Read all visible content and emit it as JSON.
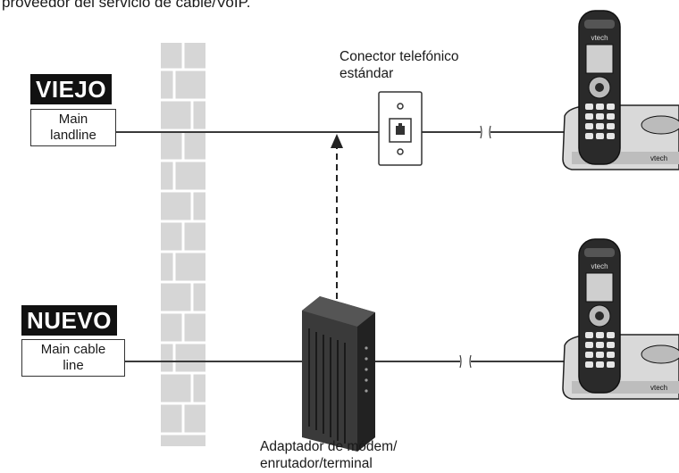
{
  "header_text": "proveedor del servicio de cable/VoIP.",
  "old": {
    "badge": "VIEJO",
    "label_line1": "Main",
    "label_line2": "landline"
  },
  "new": {
    "badge": "NUEVO",
    "label_line1": "Main cable",
    "label_line2": "line"
  },
  "jack": {
    "label_line1": "Conector telefónico",
    "label_line2": "estándar"
  },
  "modem": {
    "label_line1": "Adaptador de módem/",
    "label_line2": "enrutador/terminal"
  },
  "phone_brand": "vtech",
  "colors": {
    "badge_bg": "#111111",
    "wall": "#d8d8d8",
    "line": "#333333"
  }
}
